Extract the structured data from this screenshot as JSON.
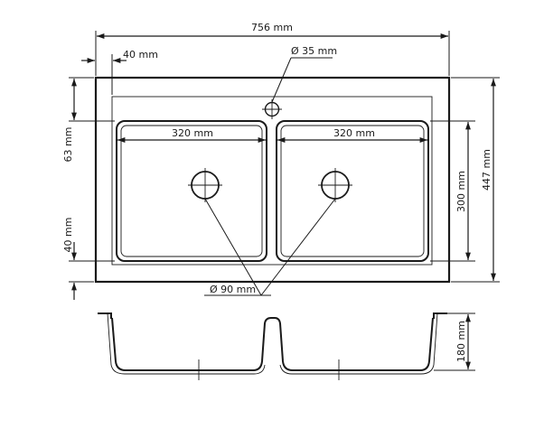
{
  "dimensions": {
    "overall_width": "756 mm",
    "edge_offset": "40 mm",
    "tap_hole": "Ø 35 mm",
    "bowl_left_width": "320 mm",
    "bowl_right_width": "320 mm",
    "top_rim": "63 mm",
    "bottom_rim": "40 mm",
    "bowl_depth": "300 mm",
    "overall_depth": "447 mm",
    "drain_hole": "Ø  90 mm",
    "bowl_height": "180 mm"
  }
}
